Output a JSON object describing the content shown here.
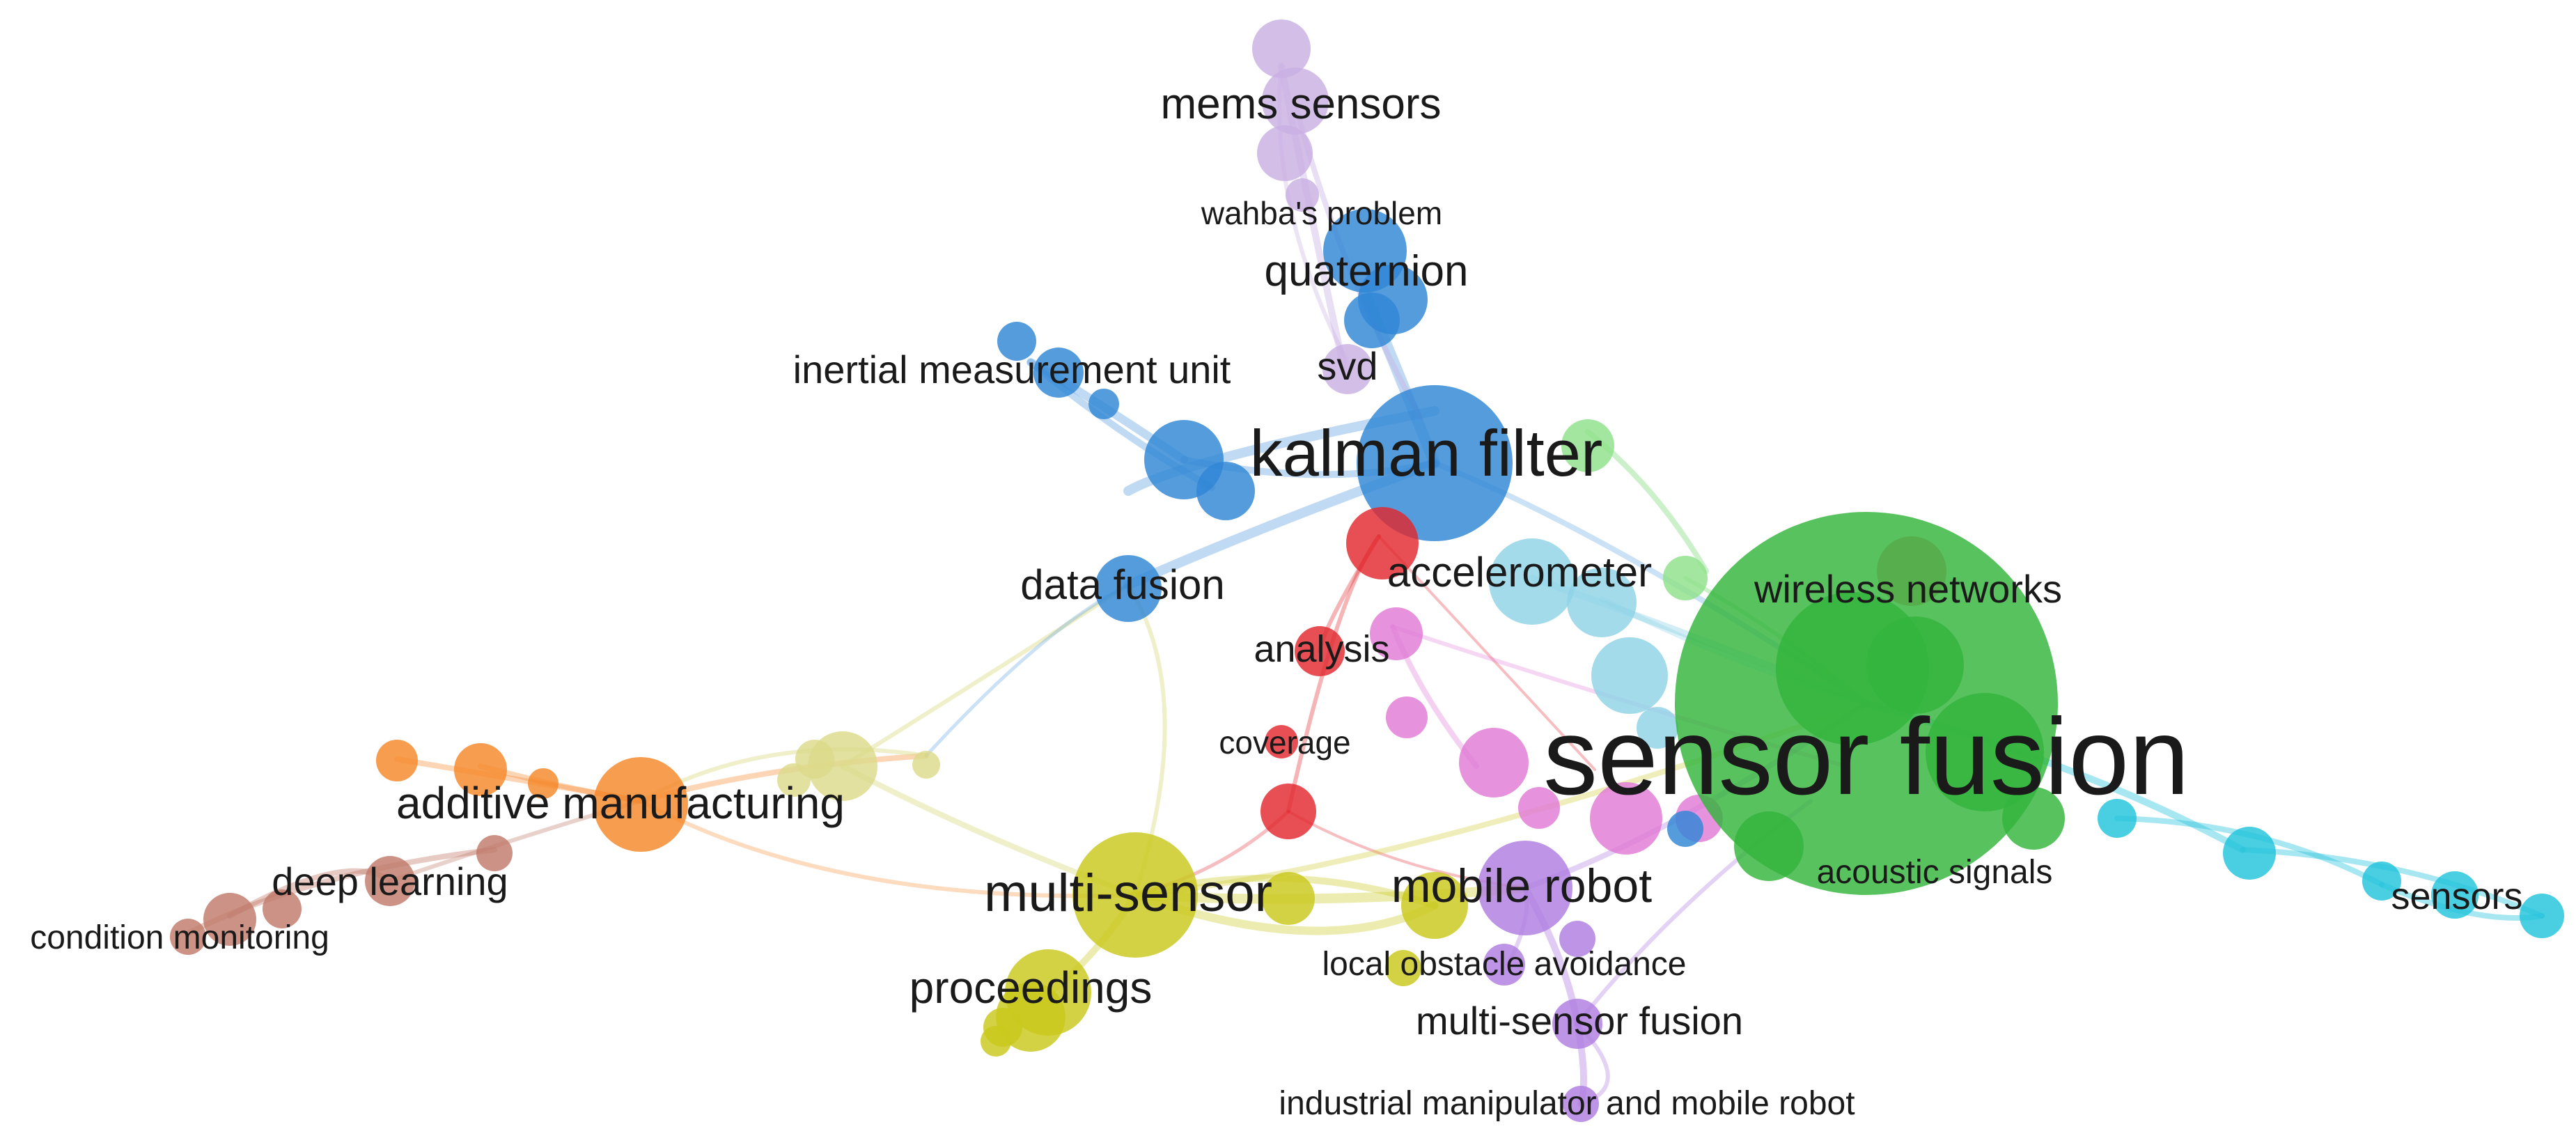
{
  "labels": {
    "mems_sensors": "mems sensors",
    "wahbas_problem": "wahba's problem",
    "quaternion": "quaternion",
    "svd": "svd",
    "inertial_measurement_unit": "inertial measurement unit",
    "kalman_filter": "kalman filter",
    "data_fusion": "data fusion",
    "accelerometer": "accelerometer",
    "wireless_networks": "wireless networks",
    "analysis": "analysis",
    "coverage": "coverage",
    "sensor_fusion": "sensor fusion",
    "additive_manufacturing": "additive manufacturing",
    "deep_learning": "deep learning",
    "condition_monitoring": "condition monitoring",
    "multi_sensor": "multi-sensor",
    "mobile_robot": "mobile robot",
    "acoustic_signals": "acoustic signals",
    "sensors": "sensors",
    "local_obstacle_avoidance": "local obstacle avoidance",
    "proceedings": "proceedings",
    "multi_sensor_fusion": "multi-sensor fusion",
    "industrial_manipulator": "industrial manipulator and mobile robot"
  },
  "clusters": {
    "blue": "#2f86d6",
    "light_purple": "#c9b0e3",
    "red": "#e2282e",
    "pink": "#e07ad6",
    "light_blue": "#8fd3e6",
    "light_green": "#8fe08a",
    "green": "#33b43c",
    "yellow": "#c9c81c",
    "light_yellow": "#dcdb8a",
    "orange": "#f5872a",
    "brown": "#c07a6a",
    "violet": "#b07ee0",
    "cyan": "#22c3dc",
    "salmon": "#f08080"
  }
}
